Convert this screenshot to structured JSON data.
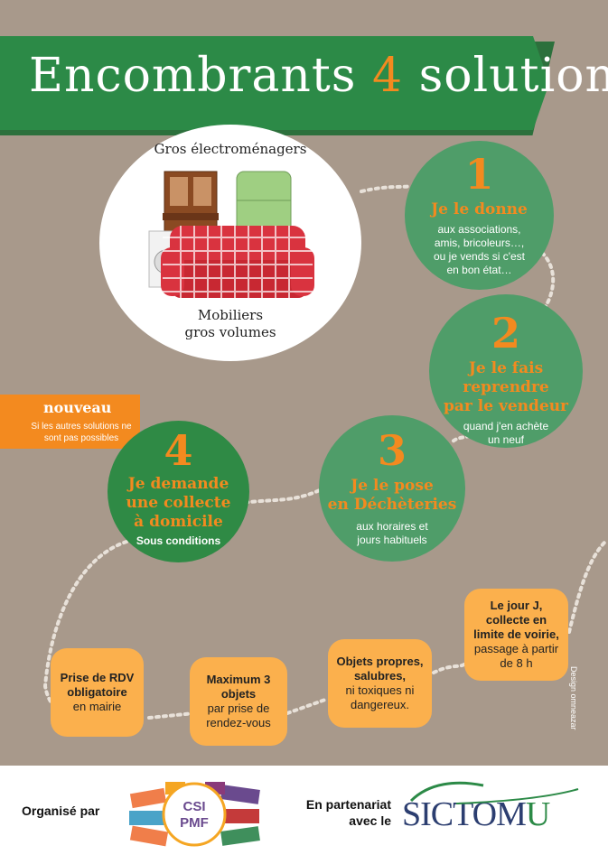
{
  "title": {
    "part1": "Encombrants",
    "number": "4",
    "part2": "solutions"
  },
  "hero": {
    "top_label": "Gros électroménagers",
    "bottom_label_1": "Mobiliers",
    "bottom_label_2": "gros volumes"
  },
  "steps": [
    {
      "num": "1",
      "title": "Je le donne",
      "desc": [
        "aux associations,",
        "amis, bricoleurs…,",
        "ou je vends si c'est",
        "en bon état…"
      ]
    },
    {
      "num": "2",
      "title": [
        "Je le fais reprendre",
        "par le vendeur"
      ],
      "desc": [
        "quand j'en achète",
        "un neuf"
      ]
    },
    {
      "num": "3",
      "title": [
        "Je le pose",
        "en Déchèteries"
      ],
      "desc": [
        "aux horaires et",
        "jours habituels"
      ]
    },
    {
      "num": "4",
      "title": [
        "Je demande",
        "une collecte",
        "à domicile"
      ],
      "desc": [
        "Sous conditions"
      ]
    }
  ],
  "nouveau": {
    "label": "nouveau",
    "sub": "Si les autres solutions ne sont pas possibles"
  },
  "boxes": [
    {
      "bold": "Prise de RDV obligatoire",
      "normal": "en mairie"
    },
    {
      "bold": "Maximum 3 objets",
      "normal": "par prise de rendez-vous"
    },
    {
      "bold": "Objets propres, salubres,",
      "normal": "ni toxiques ni dangereux."
    },
    {
      "bold": "Le jour J, collecte en limite de voirie,",
      "normal": "passage à partir de 8 h"
    }
  ],
  "credit": "Design omneazar",
  "footer": {
    "organise": "Organisé par",
    "csi_1": "CSI",
    "csi_2": "PMF",
    "partenariat_1": "En partenariat",
    "partenariat_2": "avec le",
    "sictom": "SICTOM",
    "sictom_u": "U"
  },
  "colors": {
    "bg": "#a8998b",
    "green": "#2c8a47",
    "light_green": "#4f9d69",
    "orange": "#f38a1f",
    "box": "#fbb04d"
  }
}
